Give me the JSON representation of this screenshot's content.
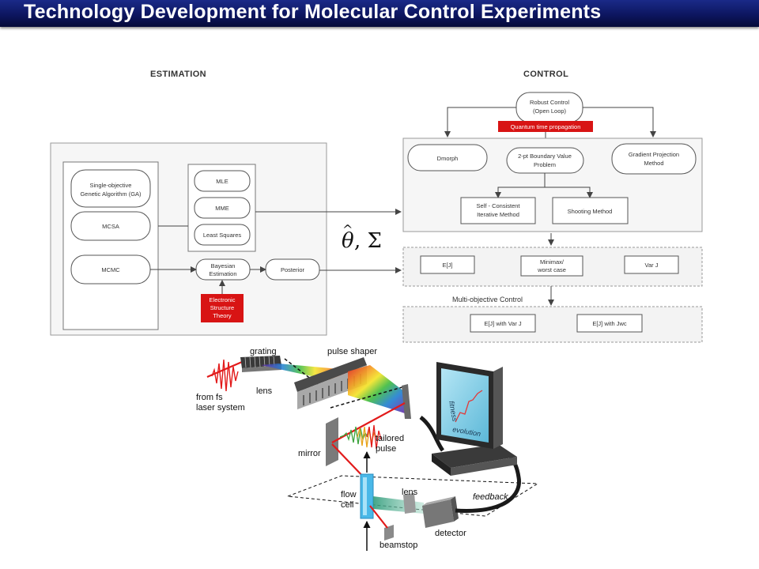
{
  "slide": {
    "title": "Technology Development for Molecular Control Experiments"
  },
  "estimation": {
    "header": "ESTIMATION",
    "ga_line1": "Single-objective",
    "ga_line2": "Genetic Algorithm (GA)",
    "mcsa": "MCSA",
    "mcmc": "MCMC",
    "mle": "MLE",
    "mme": "MME",
    "least_squares": "Least Squares",
    "bayes_line1": "Bayesian",
    "bayes_line2": "Estimation",
    "posterior": "Posterior",
    "est_line1": "Electronic",
    "est_line2": "Structure",
    "est_line3": "Theory"
  },
  "formula": {
    "theta": "θ",
    "hat": "^",
    "rest": ", Σ"
  },
  "control": {
    "header": "CONTROL",
    "robust_line1": "Robust Control",
    "robust_line2": "(Open Loop)",
    "qtp": "Quantum time propagation",
    "dmorph": "Dmorph",
    "bvp_line1": "2-pt Boundary Value",
    "bvp_line2": "Problem",
    "gpm_line1": "Gradient Projection",
    "gpm_line2": "Method",
    "sci_line1": "Self - Consistent",
    "sci_line2": "Iterative Method",
    "shooting": "Shooting Method",
    "ej": "E[J]",
    "minimax_line1": "Minimax/",
    "minimax_line2": "worst case",
    "varj": "Var J",
    "multi": "Multi-objective Control",
    "ej_var": "E[J] with Var J",
    "ej_jwc": "E[J] with Jwc"
  },
  "setup": {
    "grating": "grating",
    "pulse_shaper": "pulse shaper",
    "lens_top": "lens",
    "from_fs_line1": "from fs",
    "from_fs_line2": "laser system",
    "mirror": "mirror",
    "tailored_line1": "tailored",
    "tailored_line2": "pulse",
    "flow_line1": "flow",
    "flow_line2": "cell",
    "lens_bottom": "lens",
    "feedback": "feedback",
    "detector": "detector",
    "beamstop": "beamstop",
    "fitness": "fitness",
    "evolution": "evolution"
  },
  "colors": {
    "title_bar": "#0d1660",
    "laser_red": "#e21a1a",
    "label_red": "#d81414",
    "monitor_screen": "#8fd2ea"
  }
}
